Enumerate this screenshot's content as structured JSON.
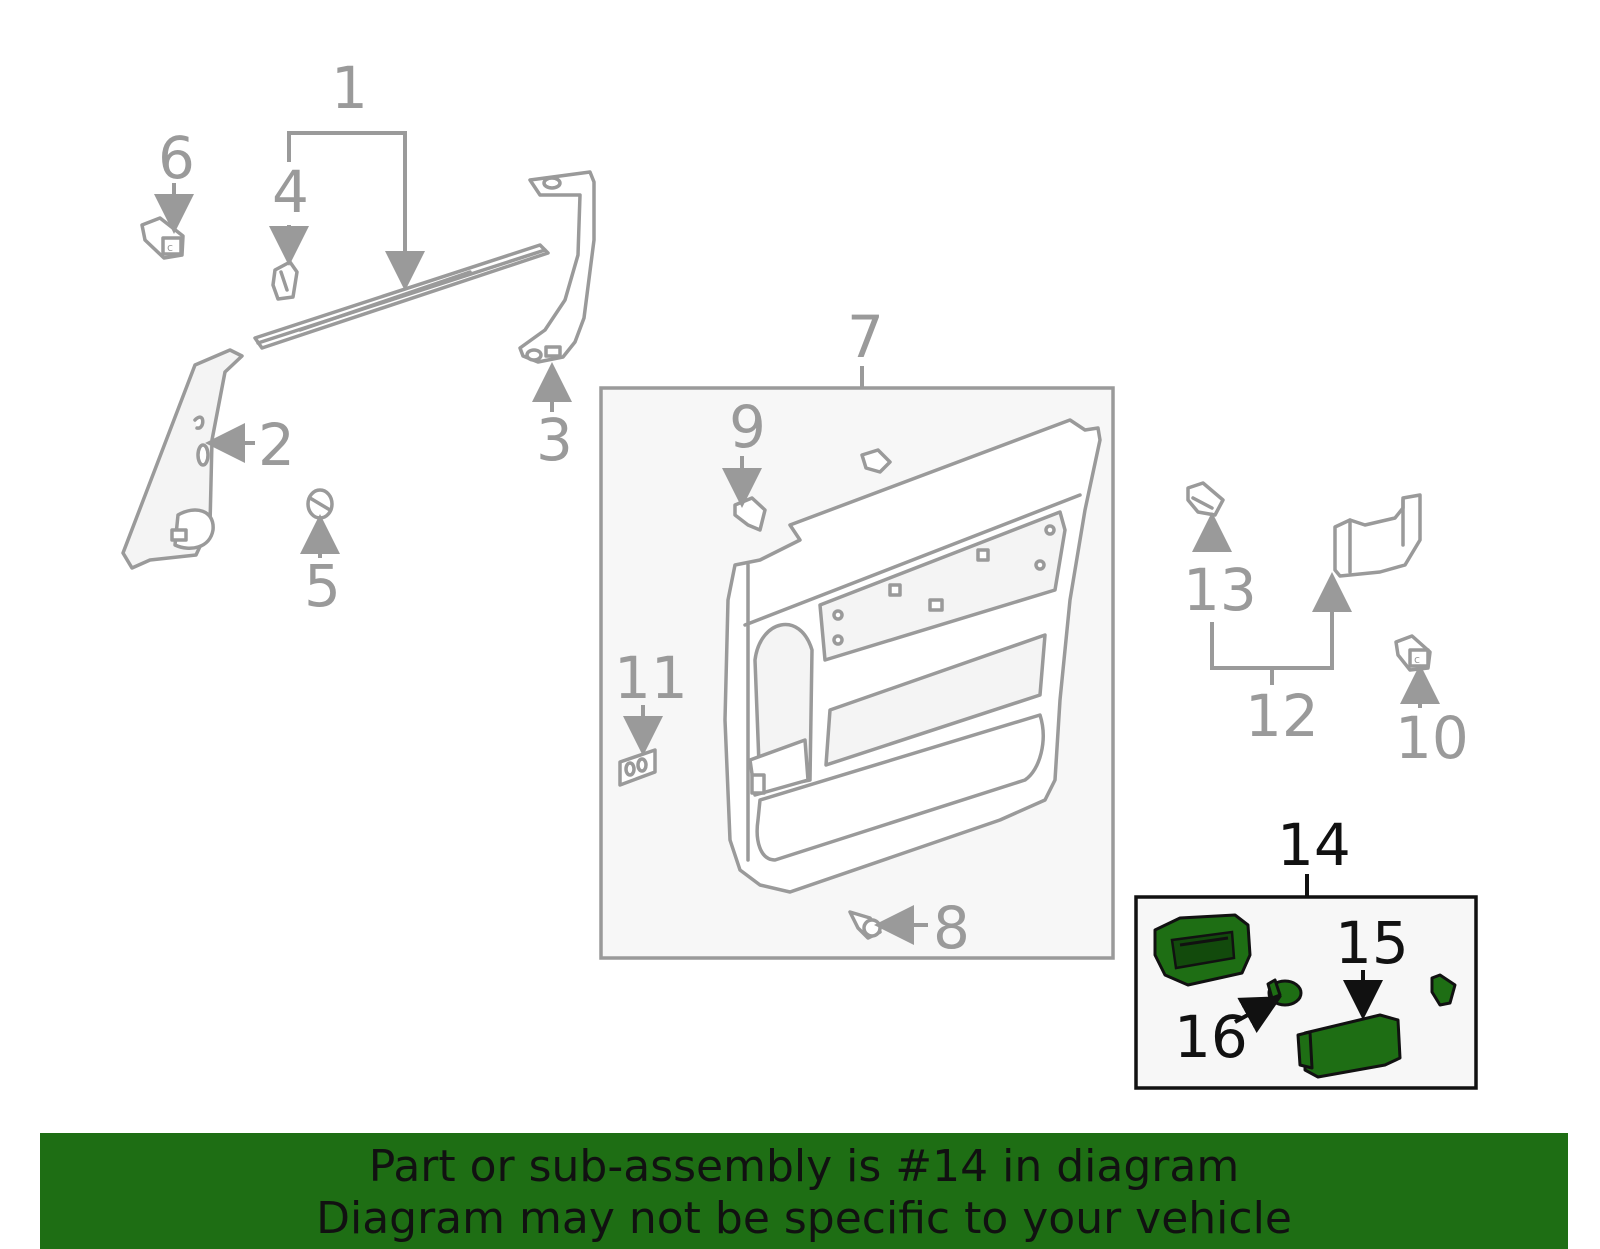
{
  "diagram": {
    "callouts": {
      "n1": "1",
      "n2": "2",
      "n3": "3",
      "n4": "4",
      "n5": "5",
      "n6": "6",
      "n7": "7",
      "n8": "8",
      "n9": "9",
      "n10": "10",
      "n11": "11",
      "n12": "12",
      "n13": "13",
      "n14": "14",
      "n15": "15",
      "n16": "16"
    },
    "highlighted_part": "14",
    "colors": {
      "line_gray": "#9a9a9a",
      "highlight_green": "#1e6e14",
      "highlight_text": "#111111"
    }
  },
  "banner": {
    "line1": "Part or sub-assembly is #14 in diagram",
    "line2": "Diagram may not be specific to your vehicle"
  }
}
